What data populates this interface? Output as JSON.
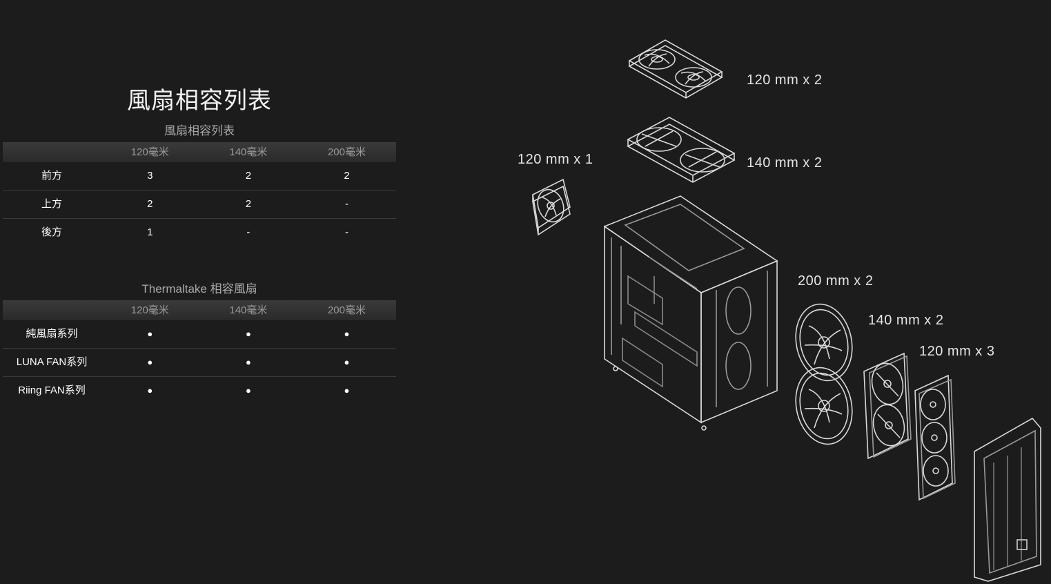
{
  "title": "風扇相容列表",
  "fan_table": {
    "caption": "風扇相容列表",
    "headers": [
      "",
      "120毫米",
      "140毫米",
      "200毫米"
    ],
    "rows": [
      {
        "label": "前方",
        "v120": "3",
        "v140": "2",
        "v200": "2"
      },
      {
        "label": "上方",
        "v120": "2",
        "v140": "2",
        "v200": "-"
      },
      {
        "label": "後方",
        "v120": "1",
        "v140": "-",
        "v200": "-"
      }
    ]
  },
  "tt_table": {
    "caption": "Thermaltake 相容風扇",
    "headers": [
      "",
      "120毫米",
      "140毫米",
      "200毫米"
    ],
    "rows": [
      {
        "label": "純風扇系列",
        "v120": "●",
        "v140": "●",
        "v200": "●"
      },
      {
        "label": "LUNA FAN系列",
        "v120": "●",
        "v140": "●",
        "v200": "●"
      },
      {
        "label": "Riing FAN系列",
        "v120": "●",
        "v140": "●",
        "v200": "●"
      }
    ]
  },
  "diagram": {
    "labels": {
      "top_120": "120 mm x 2",
      "top_140": "140 mm x 2",
      "rear_120": "120 mm x 1",
      "front_200": "200 mm x 2",
      "front_140": "140 mm x 2",
      "front_120": "120 mm x 3"
    }
  }
}
